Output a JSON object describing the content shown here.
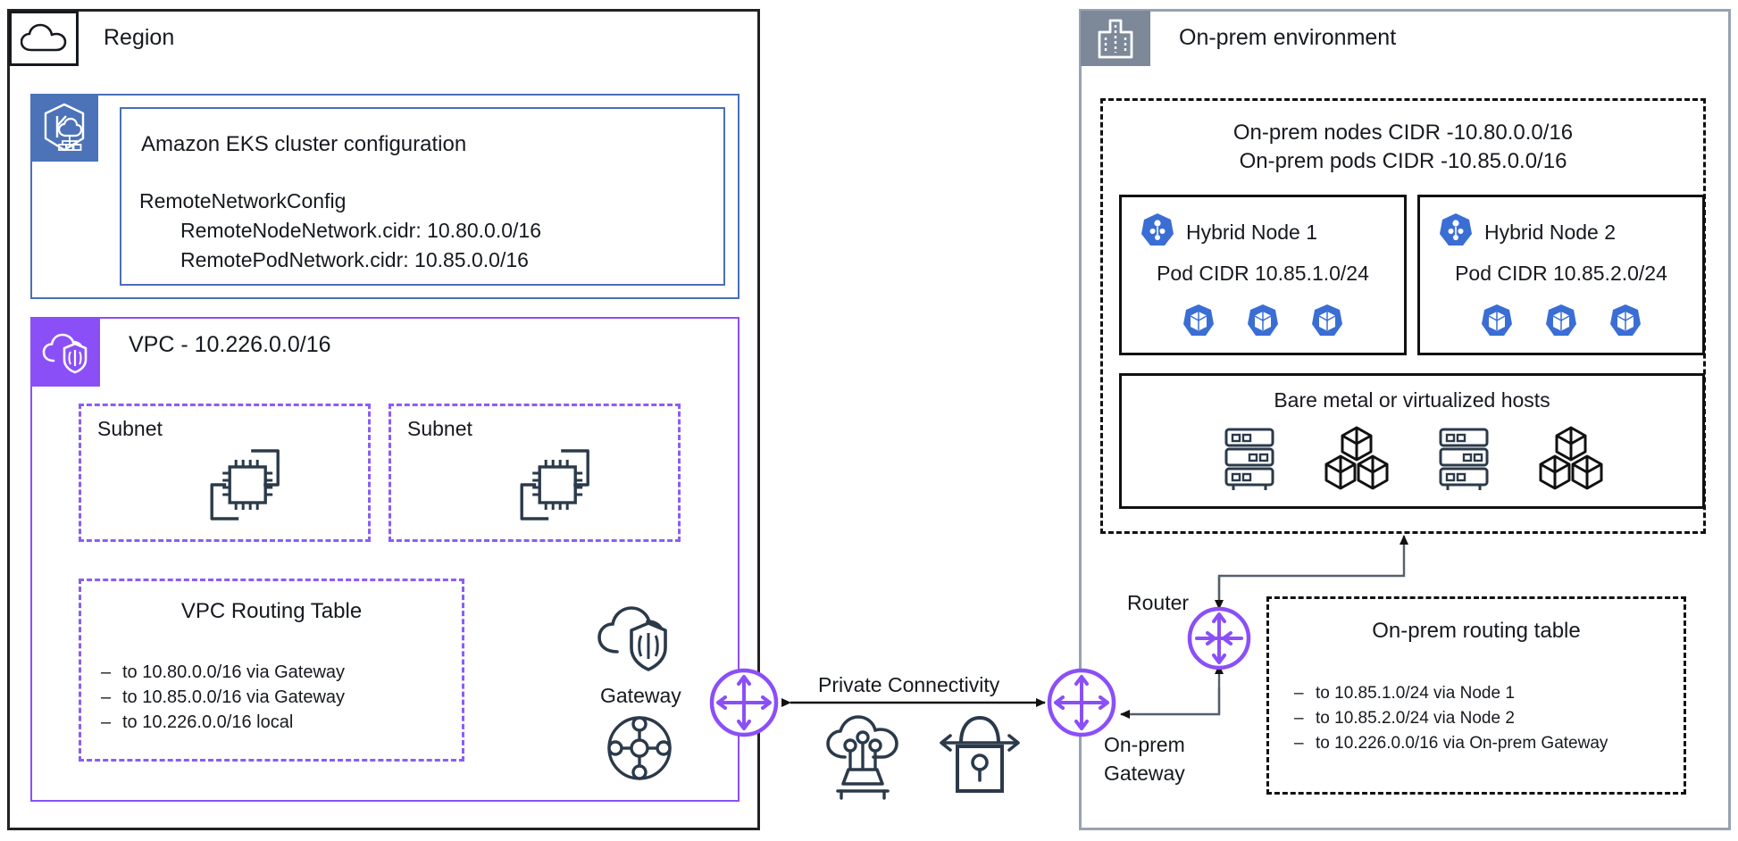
{
  "region": {
    "title": "Region",
    "icon": "cloud-region-icon"
  },
  "eks": {
    "icon": "amazon-eks-icon",
    "heading": "Amazon EKS cluster configuration",
    "config_title": "RemoteNetworkConfig",
    "config_lines": [
      "RemoteNodeNetwork.cidr: 10.80.0.0/16",
      "RemotePodNetwork.cidr: 10.85.0.0/16"
    ]
  },
  "vpc": {
    "icon": "vpc-icon",
    "title": "VPC - 10.226.0.0/16",
    "subnets": [
      {
        "label": "Subnet",
        "icon": "ec2-instances-icon"
      },
      {
        "label": "Subnet",
        "icon": "ec2-instances-icon"
      }
    ],
    "routing_table": {
      "title": "VPC Routing Table",
      "routes": [
        "to 10.80.0.0/16 via Gateway",
        "to 10.85.0.0/16 via Gateway",
        "to 10.226.0.0/16 local"
      ]
    },
    "gateway": {
      "label": "Gateway",
      "icons": [
        "cloud-shield-icon",
        "network-hub-icon",
        "gateway-arrows-icon"
      ]
    }
  },
  "connectivity": {
    "label": "Private Connectivity",
    "icons": [
      "cloud-connect-icon",
      "secure-tunnel-lock-icon"
    ]
  },
  "onprem": {
    "icon": "building-icon",
    "title": "On-prem environment",
    "cidr_lines": [
      "On-prem nodes CIDR -10.80.0.0/16",
      "On-prem pods CIDR -10.85.0.0/16"
    ],
    "nodes": [
      {
        "name": "Hybrid Node 1",
        "pod_cidr": "Pod CIDR 10.85.1.0/24",
        "icon": "kubernetes-node-icon",
        "pod_icon": "kubernetes-pod-icon",
        "pod_count": 3
      },
      {
        "name": "Hybrid Node 2",
        "pod_cidr": "Pod CIDR 10.85.2.0/24",
        "icon": "kubernetes-node-icon",
        "pod_icon": "kubernetes-pod-icon",
        "pod_count": 3
      }
    ],
    "baremetal": {
      "title": "Bare metal or virtualized hosts",
      "icons": [
        "server-rack-icon",
        "cubes-icon",
        "server-rack-icon",
        "cubes-icon"
      ]
    },
    "router": {
      "label": "Router",
      "icon": "router-arrows-icon"
    },
    "gateway": {
      "label": "On-prem\nGateway",
      "label_line1": "On-prem",
      "label_line2": "Gateway",
      "icon": "gateway-arrows-icon"
    },
    "routing_table": {
      "title": "On-prem routing table",
      "routes": [
        "to 10.85.1.0/24 via Node 1",
        "to 10.85.2.0/24 via Node 2",
        "to 10.226.0.0/16 via On-prem Gateway"
      ]
    }
  },
  "colors": {
    "eks_blue": "#4c72b8",
    "vpc_purple": "#8b4ff7",
    "onprem_gray": "#7d8899",
    "k8s_blue": "#3a6ed4",
    "ink": "#16191f",
    "dash_purple": "#8b5cf6"
  }
}
